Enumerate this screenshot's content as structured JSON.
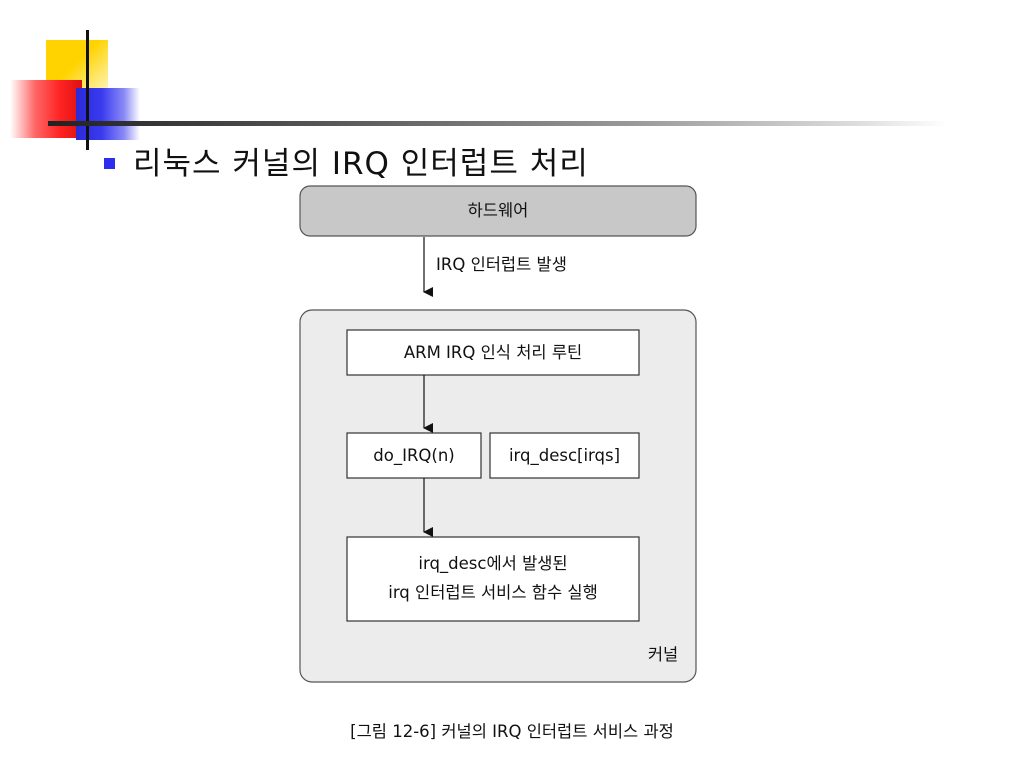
{
  "slide": {
    "title": "리눅스 커널의 IRQ 인터럽트 처리"
  },
  "diagram": {
    "hardware_label": "하드웨어",
    "arrow_label": "IRQ 인터럽트 발생",
    "arm_routine_label": "ARM IRQ 인식 처리 루틴",
    "do_irq_label": "do_IRQ(n)",
    "irq_desc_label": "irq_desc[irqs]",
    "service_line1": "irq_desc에서 발생된",
    "service_line2": "irq 인터럽트 서비스 함수 실행",
    "kernel_label": "커널",
    "caption": "[그림 12-6] 커널의 IRQ 인터럽트 서비스 과정"
  },
  "colors": {
    "hardware_fill": "#c8c8c8",
    "kernel_fill": "#ececec",
    "bullet": "#2d2df0"
  }
}
